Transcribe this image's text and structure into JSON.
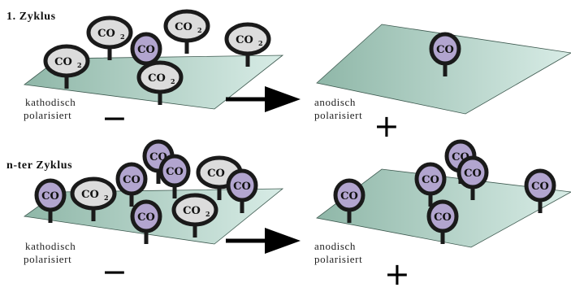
{
  "rows": [
    {
      "title": "1. Zyklus",
      "left": {
        "label_line1": "kathodisch",
        "label_line2": "polarisiert",
        "sign": "−",
        "molecules": [
          {
            "type": "CO2",
            "formula": "CO",
            "sub": "2"
          },
          {
            "type": "CO2",
            "formula": "CO",
            "sub": "2"
          },
          {
            "type": "CO",
            "formula": "CO",
            "sub": ""
          },
          {
            "type": "CO2",
            "formula": "CO",
            "sub": "2"
          },
          {
            "type": "CO2",
            "formula": "CO",
            "sub": "2"
          },
          {
            "type": "CO2",
            "formula": "CO",
            "sub": "2"
          }
        ]
      },
      "right": {
        "label_line1": "anodisch",
        "label_line2": "polarisiert",
        "sign": "+",
        "molecules": [
          {
            "type": "CO",
            "formula": "CO",
            "sub": ""
          }
        ]
      }
    },
    {
      "title": "n-ter Zyklus",
      "left": {
        "label_line1": "kathodisch",
        "label_line2": "polarisiert",
        "sign": "−",
        "molecules": [
          {
            "type": "CO",
            "formula": "CO",
            "sub": ""
          },
          {
            "type": "CO",
            "formula": "CO",
            "sub": ""
          },
          {
            "type": "CO2",
            "formula": "CO",
            "sub": "2"
          },
          {
            "type": "CO",
            "formula": "CO",
            "sub": ""
          },
          {
            "type": "CO",
            "formula": "CO",
            "sub": ""
          },
          {
            "type": "CO2",
            "formula": "CO",
            "sub": "2"
          },
          {
            "type": "CO",
            "formula": "CO",
            "sub": ""
          },
          {
            "type": "CO",
            "formula": "CO",
            "sub": ""
          },
          {
            "type": "CO2",
            "formula": "CO",
            "sub": "2"
          }
        ]
      },
      "right": {
        "label_line1": "anodisch",
        "label_line2": "polarisiert",
        "sign": "+",
        "molecules": [
          {
            "type": "CO",
            "formula": "CO",
            "sub": ""
          },
          {
            "type": "CO",
            "formula": "CO",
            "sub": ""
          },
          {
            "type": "CO",
            "formula": "CO",
            "sub": ""
          },
          {
            "type": "CO",
            "formula": "CO",
            "sub": ""
          },
          {
            "type": "CO",
            "formula": "CO",
            "sub": ""
          },
          {
            "type": "CO",
            "formula": "CO",
            "sub": ""
          }
        ]
      }
    }
  ],
  "colors": {
    "plane_light": "#d8ece6",
    "plane_dark": "#8fb7a8",
    "plane_edge": "#3e5a50",
    "co_fill": "#b2a5cf",
    "co2_fill": "#dcdcdc",
    "ring": "#1a1a1a",
    "arrow": "#000000"
  },
  "icons": {
    "co_molecule": "co-molecule-icon",
    "co2_molecule": "co2-molecule-icon",
    "arrow": "right-arrow-icon"
  }
}
